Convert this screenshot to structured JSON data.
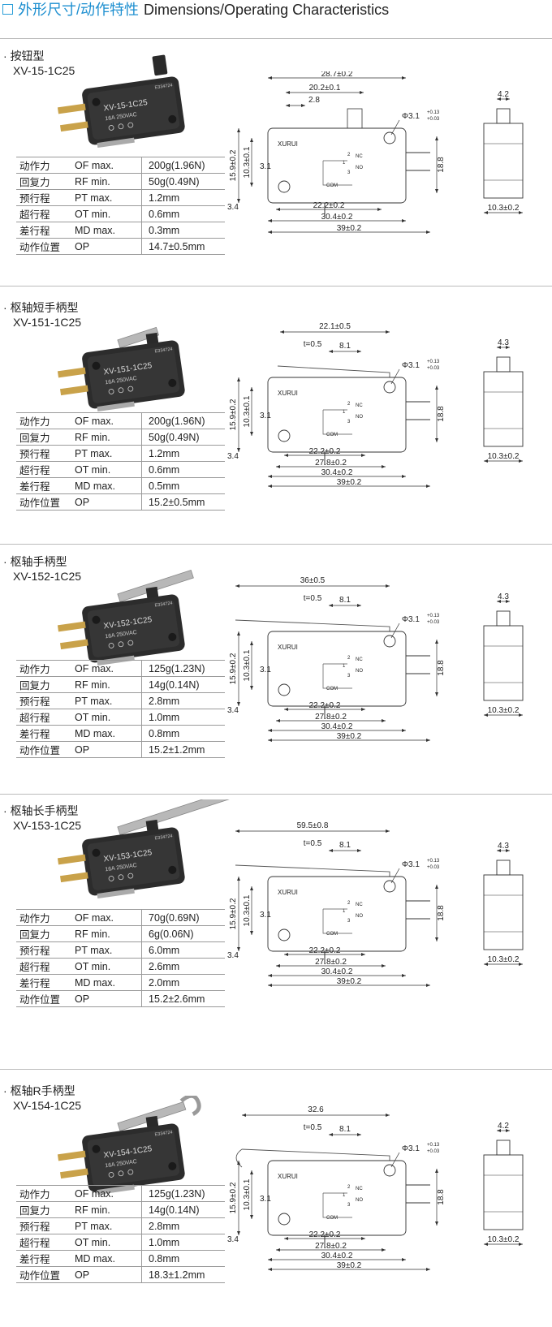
{
  "header": {
    "title_cn": "外形尺寸/动作特性",
    "title_en": "Dimensions/Operating Characteristics"
  },
  "labels": {
    "com": "COM",
    "nc": "NC",
    "no": "NO",
    "pin1": "1",
    "pin2": "2",
    "pin3": "3",
    "tol_plus": "+0.13",
    "tol_minus": "+0.03",
    "brand": "XURUI",
    "rating": "16A  250VAC",
    "cert": "E334724"
  },
  "sections": [
    {
      "type": "按钮型",
      "model": "XV-15-1C25",
      "body_print": "XV-15-1C25",
      "specs": [
        {
          "cn": "动作力",
          "code": "OF  max.",
          "value": "200g(1.96N)"
        },
        {
          "cn": "回复力",
          "code": "RF  min.",
          "value": "50g(0.49N)"
        },
        {
          "cn": "预行程",
          "code": "PT  max.",
          "value": "1.2mm"
        },
        {
          "cn": "超行程",
          "code": "OT  min.",
          "value": "0.6mm"
        },
        {
          "cn": "差行程",
          "code": "MD  max.",
          "value": "0.3mm"
        },
        {
          "cn": "动作位置",
          "code": "OP",
          "value": "14.7±0.5mm"
        }
      ],
      "dims": {
        "top1": "28.7±0.2",
        "top2": "20.2±0.1",
        "top3": "2.8",
        "hole": "Φ3.1",
        "h1": "15.9±0.2",
        "h2": "10.3±0.1",
        "h3": "18.8",
        "r1": "3.1",
        "r2": "3.4",
        "b1": "22.2±0.2",
        "b2": "30.4±0.2",
        "b3": "39±0.2",
        "side_top": "4.2",
        "side_bottom": "10.3±0.2"
      }
    },
    {
      "type": "枢轴短手柄型",
      "model": "XV-151-1C25",
      "body_print": "XV-151-1C25",
      "specs": [
        {
          "cn": "动作力",
          "code": "OF  max.",
          "value": "200g(1.96N)"
        },
        {
          "cn": "回复力",
          "code": "RF  min.",
          "value": "50g(0.49N)"
        },
        {
          "cn": "预行程",
          "code": "PT  max.",
          "value": "1.2mm"
        },
        {
          "cn": "超行程",
          "code": "OT  min.",
          "value": "0.6mm"
        },
        {
          "cn": "差行程",
          "code": "MD  max.",
          "value": "0.5mm"
        },
        {
          "cn": "动作位置",
          "code": "OP",
          "value": "15.2±0.5mm"
        }
      ],
      "dims": {
        "top1": "22.1±0.5",
        "top2": "t=0.5",
        "top3": "8.1",
        "hole": "Φ3.1",
        "h1": "15.9±0.2",
        "h2": "10.3±0.1",
        "h3": "18.8",
        "r1": "3.1",
        "r2": "3.4",
        "b1": "22.2±0.2",
        "b2": "27.8±0.2",
        "b3": "30.4±0.2",
        "b4": "39±0.2",
        "side_top": "4.3",
        "side_bottom": "10.3±0.2"
      }
    },
    {
      "type": "枢轴手柄型",
      "model": "XV-152-1C25",
      "body_print": "XV-152-1C25",
      "specs": [
        {
          "cn": "动作力",
          "code": "OF  max.",
          "value": "125g(1.23N)"
        },
        {
          "cn": "回复力",
          "code": "RF  min.",
          "value": "14g(0.14N)"
        },
        {
          "cn": "预行程",
          "code": "PT  max.",
          "value": "2.8mm"
        },
        {
          "cn": "超行程",
          "code": "OT  min.",
          "value": "1.0mm"
        },
        {
          "cn": "差行程",
          "code": "MD  max.",
          "value": "0.8mm"
        },
        {
          "cn": "动作位置",
          "code": "OP",
          "value": "15.2±1.2mm"
        }
      ],
      "dims": {
        "top1": "36±0.5",
        "top2": "t=0.5",
        "top3": "8.1",
        "hole": "Φ3.1",
        "h1": "15.9±0.2",
        "h2": "10.3±0.1",
        "h3": "18.8",
        "r1": "3.1",
        "r2": "3.4",
        "b1": "22.2±0.2",
        "b2": "27.8±0.2",
        "b3": "30.4±0.2",
        "b4": "39±0.2",
        "side_top": "4.3",
        "side_bottom": "10.3±0.2"
      }
    },
    {
      "type": "枢轴长手柄型",
      "model": "XV-153-1C25",
      "body_print": "XV-153-1C25",
      "specs": [
        {
          "cn": "动作力",
          "code": "OF  max.",
          "value": "70g(0.69N)"
        },
        {
          "cn": "回复力",
          "code": "RF  min.",
          "value": "6g(0.06N)"
        },
        {
          "cn": "预行程",
          "code": "PT  max.",
          "value": "6.0mm"
        },
        {
          "cn": "超行程",
          "code": "OT  min.",
          "value": "2.6mm"
        },
        {
          "cn": "差行程",
          "code": "MD  max.",
          "value": "2.0mm"
        },
        {
          "cn": "动作位置",
          "code": "OP",
          "value": "15.2±2.6mm"
        }
      ],
      "dims": {
        "top1": "59.5±0.8",
        "top2": "t=0.5",
        "top3": "8.1",
        "hole": "Φ3.1",
        "h1": "15.9±0.2",
        "h2": "10.3±0.1",
        "h3": "18.8",
        "r1": "3.1",
        "r2": "3.4",
        "b1": "22.2±0.2",
        "b2": "27.8±0.2",
        "b3": "30.4±0.2",
        "b4": "39±0.2",
        "side_top": "4.3",
        "side_bottom": "10.3±0.2"
      }
    },
    {
      "type": "枢轴R手柄型",
      "model": "XV-154-1C25",
      "body_print": "XV-154-1C25",
      "specs": [
        {
          "cn": "动作力",
          "code": "OF  max.",
          "value": "125g(1.23N)"
        },
        {
          "cn": "回复力",
          "code": "RF  min.",
          "value": "14g(0.14N)"
        },
        {
          "cn": "预行程",
          "code": "PT  max.",
          "value": "2.8mm"
        },
        {
          "cn": "超行程",
          "code": "OT  min.",
          "value": "1.0mm"
        },
        {
          "cn": "差行程",
          "code": "MD  max.",
          "value": "0.8mm"
        },
        {
          "cn": "动作位置",
          "code": "OP",
          "value": "18.3±1.2mm"
        }
      ],
      "dims": {
        "top1": "32.6",
        "top2": "t=0.5",
        "top3": "8.1",
        "hole": "Φ3.1",
        "h1": "15.9±0.2",
        "h2": "10.3±0.1",
        "h3": "18.8",
        "r1": "3.1",
        "r2": "3.4",
        "b1": "22.2±0.2",
        "b2": "27.8±0.2",
        "b3": "30.4±0.2",
        "b4": "39±0.2",
        "side_top": "4.2",
        "side_bottom": "10.3±0.2"
      }
    }
  ]
}
